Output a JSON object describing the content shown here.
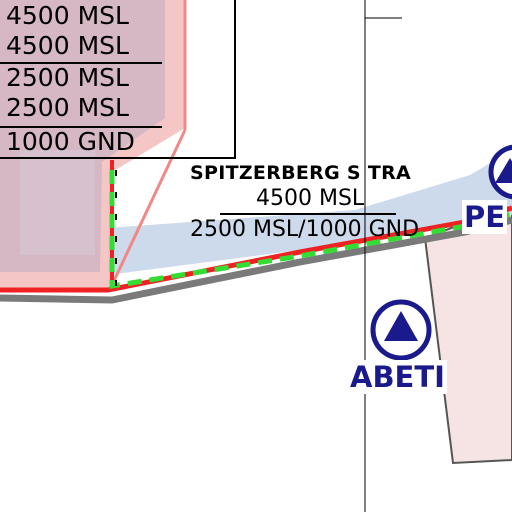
{
  "left_box": {
    "rows": [
      "4500 MSL",
      "4500 MSL",
      "2500 MSL",
      "2500 MSL",
      "1000 GND"
    ]
  },
  "tra": {
    "name": "SPITZERBERG S TRA",
    "upper": "4500 MSL",
    "lower": "2500 MSL/1000 GND"
  },
  "waypoints": [
    {
      "name": "ABETI",
      "icon": "triangle-in-circle-icon"
    },
    {
      "name": "PE",
      "icon": "triangle-in-circle-icon"
    }
  ],
  "colors": {
    "restricted_red": "#ee2222",
    "restricted_fill": "#f4c0c0",
    "tma_blue": "#b9cde4",
    "border_green": "#33dd33",
    "border_grey": "#808080",
    "waypoint_blue": "#1a1a8c",
    "zone_pink": "#f6e4e4"
  }
}
